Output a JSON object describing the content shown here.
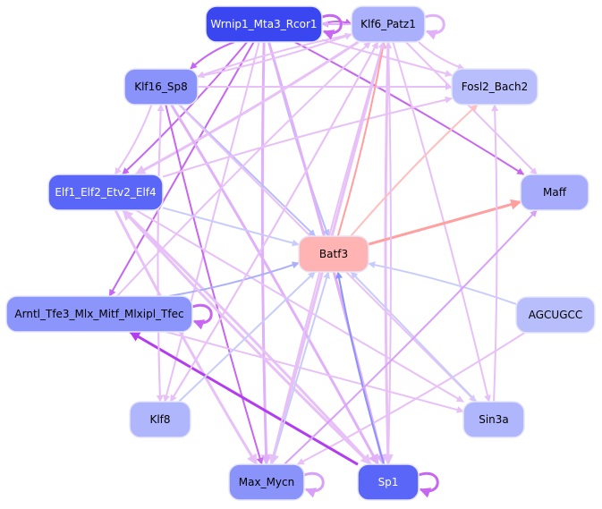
{
  "graph": {
    "nodes": [
      {
        "id": "wrnip1",
        "label": "Wrnip1_Mta3_Rcor1",
        "fill": "#3a46f0",
        "text_color": "#ffffff"
      },
      {
        "id": "klf6",
        "label": "Klf6_Patz1",
        "fill": "#aab0fb",
        "text_color": "#000000"
      },
      {
        "id": "klf16",
        "label": "Klf16_Sp8",
        "fill": "#8a93fa",
        "text_color": "#000000"
      },
      {
        "id": "fosl2",
        "label": "Fosl2_Bach2",
        "fill": "#b8bdfb",
        "text_color": "#000000"
      },
      {
        "id": "elf1",
        "label": "Elf1_Elf2_Etv2_Elf4",
        "fill": "#5a66f7",
        "text_color": "#ffffff"
      },
      {
        "id": "maff",
        "label": "Maff",
        "fill": "#a6acfb",
        "text_color": "#000000"
      },
      {
        "id": "batf3",
        "label": "Batf3",
        "fill": "#ffb3b3",
        "text_color": "#000000"
      },
      {
        "id": "arntl",
        "label": "Arntl_Tfe3_Mlx_Mitf_Mlxipl_Tfec",
        "fill": "#8c95f9",
        "text_color": "#000000"
      },
      {
        "id": "agcugcc",
        "label": "AGCUGCC",
        "fill": "#b8bdfb",
        "text_color": "#000000"
      },
      {
        "id": "klf8",
        "label": "Klf8",
        "fill": "#b0b6fb",
        "text_color": "#000000"
      },
      {
        "id": "sin3a",
        "label": "Sin3a",
        "fill": "#b0b6fb",
        "text_color": "#000000"
      },
      {
        "id": "maxmycn",
        "label": "Max_Mycn",
        "fill": "#8a93fa",
        "text_color": "#000000"
      },
      {
        "id": "sp1",
        "label": "Sp1",
        "fill": "#5a66f7",
        "text_color": "#ffffff"
      }
    ],
    "edges": [
      {
        "from": "wrnip1",
        "to": "klf6",
        "color": "#c766f0",
        "weight": 2
      },
      {
        "from": "klf6",
        "to": "wrnip1",
        "color": "#e0b0f8",
        "weight": 2
      },
      {
        "from": "wrnip1",
        "to": "klf16",
        "color": "#c766f0",
        "weight": 2
      },
      {
        "from": "wrnip1",
        "to": "elf1",
        "color": "#c766f0",
        "weight": 2
      },
      {
        "from": "wrnip1",
        "to": "arntl",
        "color": "#c766f0",
        "weight": 2
      },
      {
        "from": "wrnip1",
        "to": "batf3",
        "color": "#b8bdfb",
        "weight": 2
      },
      {
        "from": "wrnip1",
        "to": "maff",
        "color": "#c766f0",
        "weight": 2
      },
      {
        "from": "wrnip1",
        "to": "fosl2",
        "color": "#e8c0f8",
        "weight": 2
      },
      {
        "from": "wrnip1",
        "to": "maxmycn",
        "color": "#e0b0f8",
        "weight": 3
      },
      {
        "from": "wrnip1",
        "to": "sp1",
        "color": "#e0b0f8",
        "weight": 3
      },
      {
        "from": "wrnip1",
        "to": "klf8",
        "color": "#e8c0f8",
        "weight": 2
      },
      {
        "from": "klf6",
        "to": "klf16",
        "color": "#e8c0f8",
        "weight": 2
      },
      {
        "from": "klf6",
        "to": "elf1",
        "color": "#e8c0f8",
        "weight": 3
      },
      {
        "from": "klf6",
        "to": "maxmycn",
        "color": "#e8c0f8",
        "weight": 3
      },
      {
        "from": "klf6",
        "to": "sp1",
        "color": "#e8c0f8",
        "weight": 3
      },
      {
        "from": "klf6",
        "to": "sin3a",
        "color": "#e8c0f8",
        "weight": 2
      },
      {
        "from": "klf6",
        "to": "maff",
        "color": "#e8c0f8",
        "weight": 2
      },
      {
        "from": "klf6",
        "to": "fosl2",
        "color": "#e8c0f8",
        "weight": 2
      },
      {
        "from": "klf6",
        "to": "klf8",
        "color": "#e8c0f8",
        "weight": 2
      },
      {
        "from": "klf16",
        "to": "fosl2",
        "color": "#e8c0f8",
        "weight": 2
      },
      {
        "from": "klf16",
        "to": "klf6",
        "color": "#e8c0f8",
        "weight": 2
      },
      {
        "from": "klf16",
        "to": "elf1",
        "color": "#e8c0f8",
        "weight": 2
      },
      {
        "from": "klf16",
        "to": "batf3",
        "color": "#b8bdfb",
        "weight": 2
      },
      {
        "from": "klf16",
        "to": "maxmycn",
        "color": "#c766f0",
        "weight": 2
      },
      {
        "from": "klf16",
        "to": "sp1",
        "color": "#e0b0f8",
        "weight": 3
      },
      {
        "from": "klf16",
        "to": "sin3a",
        "color": "#e8c0f8",
        "weight": 2
      },
      {
        "from": "klf16",
        "to": "klf8",
        "color": "#e8c0f8",
        "weight": 2
      },
      {
        "from": "elf1",
        "to": "fosl2",
        "color": "#e8c0f8",
        "weight": 2
      },
      {
        "from": "elf1",
        "to": "batf3",
        "color": "#c8ccfb",
        "weight": 2
      },
      {
        "from": "elf1",
        "to": "maxmycn",
        "color": "#e8c0f8",
        "weight": 3
      },
      {
        "from": "elf1",
        "to": "sp1",
        "color": "#e8c0f8",
        "weight": 3
      },
      {
        "from": "elf1",
        "to": "sin3a",
        "color": "#e8c0f8",
        "weight": 2
      },
      {
        "from": "batf3",
        "to": "klf6",
        "color": "#ff9f9f",
        "weight": 2
      },
      {
        "from": "batf3",
        "to": "fosl2",
        "color": "#ffc0c0",
        "weight": 2
      },
      {
        "from": "batf3",
        "to": "maff",
        "color": "#ff9f9f",
        "weight": 3
      },
      {
        "from": "arntl",
        "to": "batf3",
        "color": "#aab0fb",
        "weight": 2
      },
      {
        "from": "arntl",
        "to": "klf6",
        "color": "#e8c0f8",
        "weight": 2
      },
      {
        "from": "arntl",
        "to": "sin3a",
        "color": "#e8c0f8",
        "weight": 2
      },
      {
        "from": "agcugcc",
        "to": "batf3",
        "color": "#c8ccfb",
        "weight": 2
      },
      {
        "from": "agcugcc",
        "to": "maxmycn",
        "color": "#e8c0f8",
        "weight": 2
      },
      {
        "from": "sin3a",
        "to": "batf3",
        "color": "#c8ccfb",
        "weight": 2
      },
      {
        "from": "sin3a",
        "to": "fosl2",
        "color": "#e8c0f8",
        "weight": 2
      },
      {
        "from": "sp1",
        "to": "batf3",
        "color": "#8a93fa",
        "weight": 2
      },
      {
        "from": "sp1",
        "to": "arntl",
        "color": "#b33cf0",
        "weight": 3
      },
      {
        "from": "sp1",
        "to": "klf6",
        "color": "#e8c0f8",
        "weight": 2
      },
      {
        "from": "sp1",
        "to": "elf1",
        "color": "#e8c0f8",
        "weight": 3
      },
      {
        "from": "maxmycn",
        "to": "batf3",
        "color": "#c8ccfb",
        "weight": 2
      },
      {
        "from": "maxmycn",
        "to": "maff",
        "color": "#d9a0f8",
        "weight": 2
      },
      {
        "from": "maxmycn",
        "to": "klf6",
        "color": "#e8c0f8",
        "weight": 2
      },
      {
        "from": "klf8",
        "to": "batf3",
        "color": "#c8ccfb",
        "weight": 2
      },
      {
        "from": "klf8",
        "to": "klf6",
        "color": "#e8c0f8",
        "weight": 2
      },
      {
        "from": "klf8",
        "to": "klf16",
        "color": "#e8c0f8",
        "weight": 2
      }
    ],
    "self_loops": [
      {
        "node": "wrnip1",
        "color": "#c766f0"
      },
      {
        "node": "klf6",
        "color": "#e0b0f8"
      },
      {
        "node": "arntl",
        "color": "#c766f0"
      },
      {
        "node": "maxmycn",
        "color": "#d9a0f8"
      },
      {
        "node": "sp1",
        "color": "#c766f0"
      }
    ]
  }
}
